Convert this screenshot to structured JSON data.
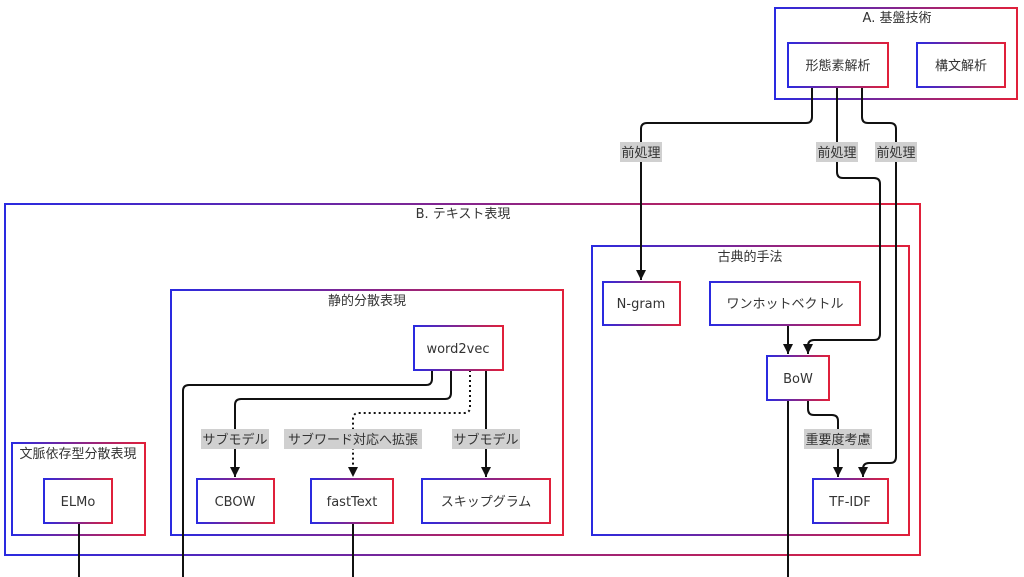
{
  "colors": {
    "border_start": "#2a2ae0",
    "border_end": "#e0203a",
    "edge": "#111111",
    "edge_label_bg": "#d0d0d0"
  },
  "groups": {
    "a": "A. 基盤技術",
    "b": "B. テキスト表現",
    "classic": "古典的手法",
    "static": "静的分散表現",
    "contextual": "文脈依存型分散表現"
  },
  "nodes": {
    "morph": "形態素解析",
    "syntax": "構文解析",
    "ngram": "N-gram",
    "onehot": "ワンホットベクトル",
    "bow": "BoW",
    "tfidf": "TF-IDF",
    "word2vec": "word2vec",
    "cbow": "CBOW",
    "fasttext": "fastText",
    "skipgram": "スキップグラム",
    "elmo": "ELMo"
  },
  "edge_labels": {
    "pre1": "前処理",
    "pre2": "前処理",
    "pre3": "前処理",
    "importance": "重要度考慮",
    "sub1": "サブモデル",
    "subword": "サブワード対応へ拡張",
    "sub2": "サブモデル"
  }
}
